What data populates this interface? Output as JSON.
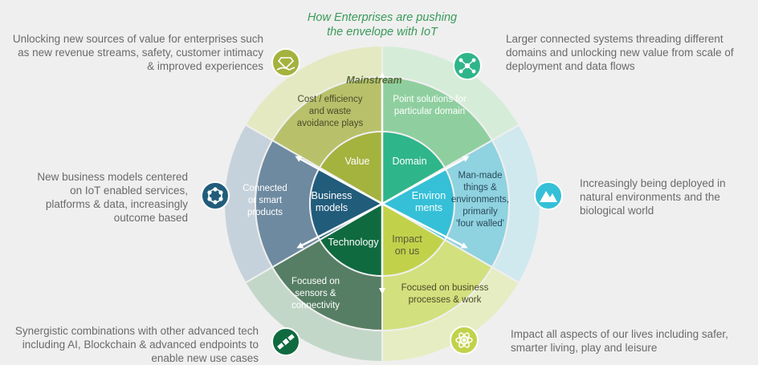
{
  "title_line1": "How Enterprises are pushing",
  "title_line2": "the envelope with IoT",
  "mainstream": "Mainstream",
  "inner": {
    "value": "Value",
    "domain": "Domain",
    "business_1": "Business",
    "business_2": "models",
    "environ_1": "Environ",
    "environ_2": "ments",
    "technology": "Technology",
    "impact_1": "Impact",
    "impact_2": "on us"
  },
  "middle": {
    "value": [
      "Cost / efficiency",
      "and waste",
      "avoidance plays"
    ],
    "domain": [
      "Point solutions for",
      "particular domain"
    ],
    "business": [
      "Connected",
      "or smart",
      "products"
    ],
    "environ": [
      "Man-made",
      "things &",
      "environments,",
      "primarily",
      "'four walled'"
    ],
    "technology": [
      "Focused on",
      "sensors &",
      "connectivity"
    ],
    "impact": [
      "Focused on business",
      "processes & work"
    ]
  },
  "descriptions": {
    "value": "Unlocking new sources of value for enterprises such as new revenue streams, safety, customer intimacy & improved experiences",
    "domain": "Larger connected systems threading different domains and unlocking new value from scale of deployment and data flows",
    "business": "New business models centered on IoT enabled services, platforms & data, increasingly outcome based",
    "environ": "Increasingly being deployed in natural environments and the biological world",
    "technology": "Synergistic combinations with other advanced tech including AI, Blockchain & advanced endpoints to enable new use cases",
    "impact": "Impact all aspects of our lives including safer, smarter living, play and leisure"
  },
  "icons": [
    "hand-gem-icon",
    "network-nodes-icon",
    "mountain-icon",
    "ring-nodes-icon",
    "satellite-icon",
    "atom-icon"
  ],
  "colors": {
    "value": "#a4b23e",
    "domain": "#2fb58a",
    "environ": "#35c0d8",
    "impact": "#c1d24a",
    "technology": "#0f6a3f",
    "business": "#225c7b",
    "title": "#3a9a5a"
  }
}
